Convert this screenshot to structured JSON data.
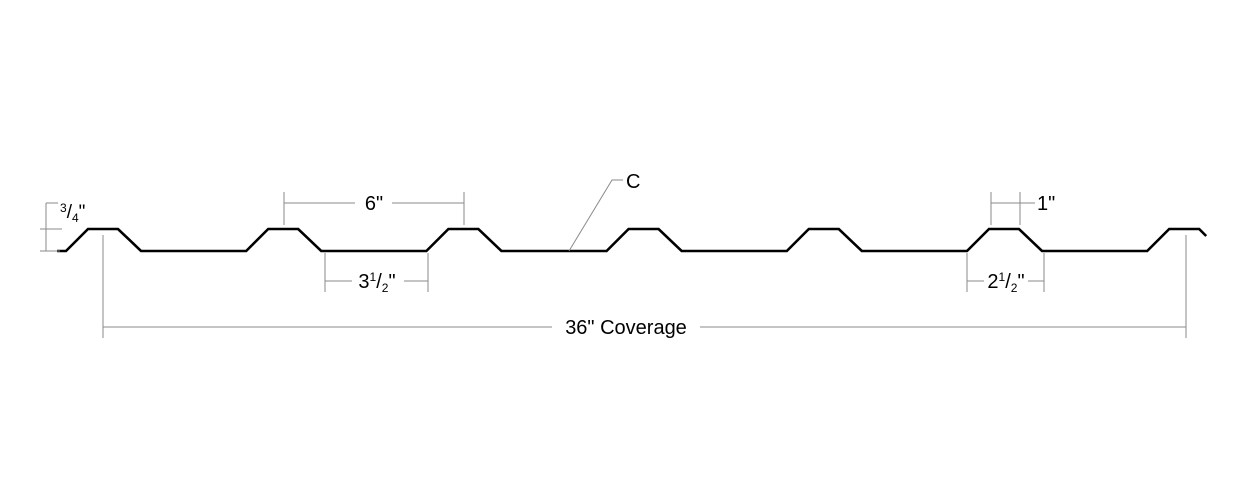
{
  "diagram": {
    "profile_color": "#000000",
    "dimension_color": "#8a8a8a",
    "labels": {
      "rib_height": {
        "whole": "",
        "num": "3",
        "den": "4",
        "unit": "\""
      },
      "rib_spacing": "6\"",
      "valley_width": {
        "whole": "3",
        "num": "1",
        "den": "2",
        "unit": "\""
      },
      "coverage": "36\" Coverage",
      "callout": "C",
      "rib_top": "1\"",
      "rib_base": {
        "whole": "2",
        "num": "1",
        "den": "2",
        "unit": "\""
      }
    }
  }
}
